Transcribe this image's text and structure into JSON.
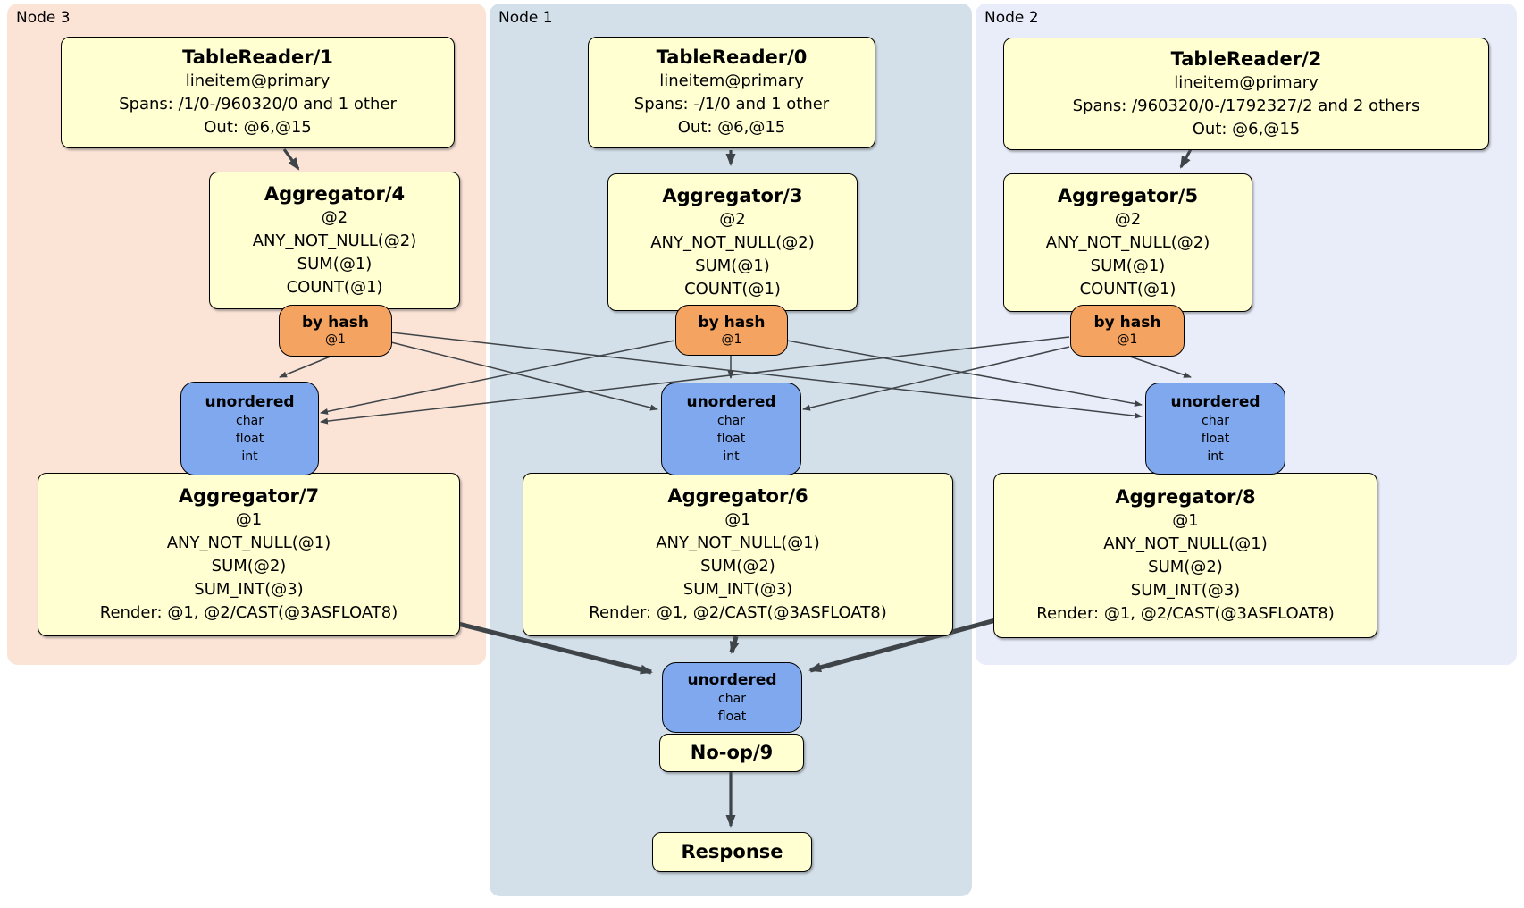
{
  "panels": {
    "node3": {
      "label": "Node 3"
    },
    "node1": {
      "label": "Node 1"
    },
    "node2": {
      "label": "Node 2"
    }
  },
  "processors": {
    "tr1": {
      "title": "TableReader/1",
      "lines": [
        "lineitem@primary",
        "Spans: /1/0-/960320/0 and 1 other",
        "Out: @6,@15"
      ]
    },
    "tr0": {
      "title": "TableReader/0",
      "lines": [
        "lineitem@primary",
        "Spans: -/1/0 and 1 other",
        "Out: @6,@15"
      ]
    },
    "tr2": {
      "title": "TableReader/2",
      "lines": [
        "lineitem@primary",
        "Spans: /960320/0-/1792327/2 and 2 others",
        "Out: @6,@15"
      ]
    },
    "agg4": {
      "title": "Aggregator/4",
      "lines": [
        "@2",
        "ANY_NOT_NULL(@2)",
        "SUM(@1)",
        "COUNT(@1)"
      ]
    },
    "agg3": {
      "title": "Aggregator/3",
      "lines": [
        "@2",
        "ANY_NOT_NULL(@2)",
        "SUM(@1)",
        "COUNT(@1)"
      ]
    },
    "agg5": {
      "title": "Aggregator/5",
      "lines": [
        "@2",
        "ANY_NOT_NULL(@2)",
        "SUM(@1)",
        "COUNT(@1)"
      ]
    },
    "agg7": {
      "title": "Aggregator/7",
      "lines": [
        "@1",
        "ANY_NOT_NULL(@1)",
        "SUM(@2)",
        "SUM_INT(@3)",
        "Render: @1, @2/CAST(@3ASFLOAT8)"
      ]
    },
    "agg6": {
      "title": "Aggregator/6",
      "lines": [
        "@1",
        "ANY_NOT_NULL(@1)",
        "SUM(@2)",
        "SUM_INT(@3)",
        "Render: @1, @2/CAST(@3ASFLOAT8)"
      ]
    },
    "agg8": {
      "title": "Aggregator/8",
      "lines": [
        "@1",
        "ANY_NOT_NULL(@1)",
        "SUM(@2)",
        "SUM_INT(@3)",
        "Render: @1, @2/CAST(@3ASFLOAT8)"
      ]
    },
    "noop": {
      "title": "No-op/9"
    },
    "response": {
      "title": "Response"
    }
  },
  "router": {
    "title": "by hash",
    "key": "@1"
  },
  "sync": {
    "mid": {
      "title": "unordered",
      "types": [
        "char",
        "float",
        "int"
      ]
    },
    "final": {
      "title": "unordered",
      "types": [
        "char",
        "float"
      ]
    }
  },
  "colors": {
    "node3_panel": "#fbe3d6",
    "node1_panel": "#d3e0ea",
    "node2_panel": "#e9edf9",
    "processor_fill": "#ffffd2",
    "router_fill": "#f4a460",
    "sync_fill": "#7fa8ef",
    "edge": "#3f4448",
    "border": "#000000"
  }
}
